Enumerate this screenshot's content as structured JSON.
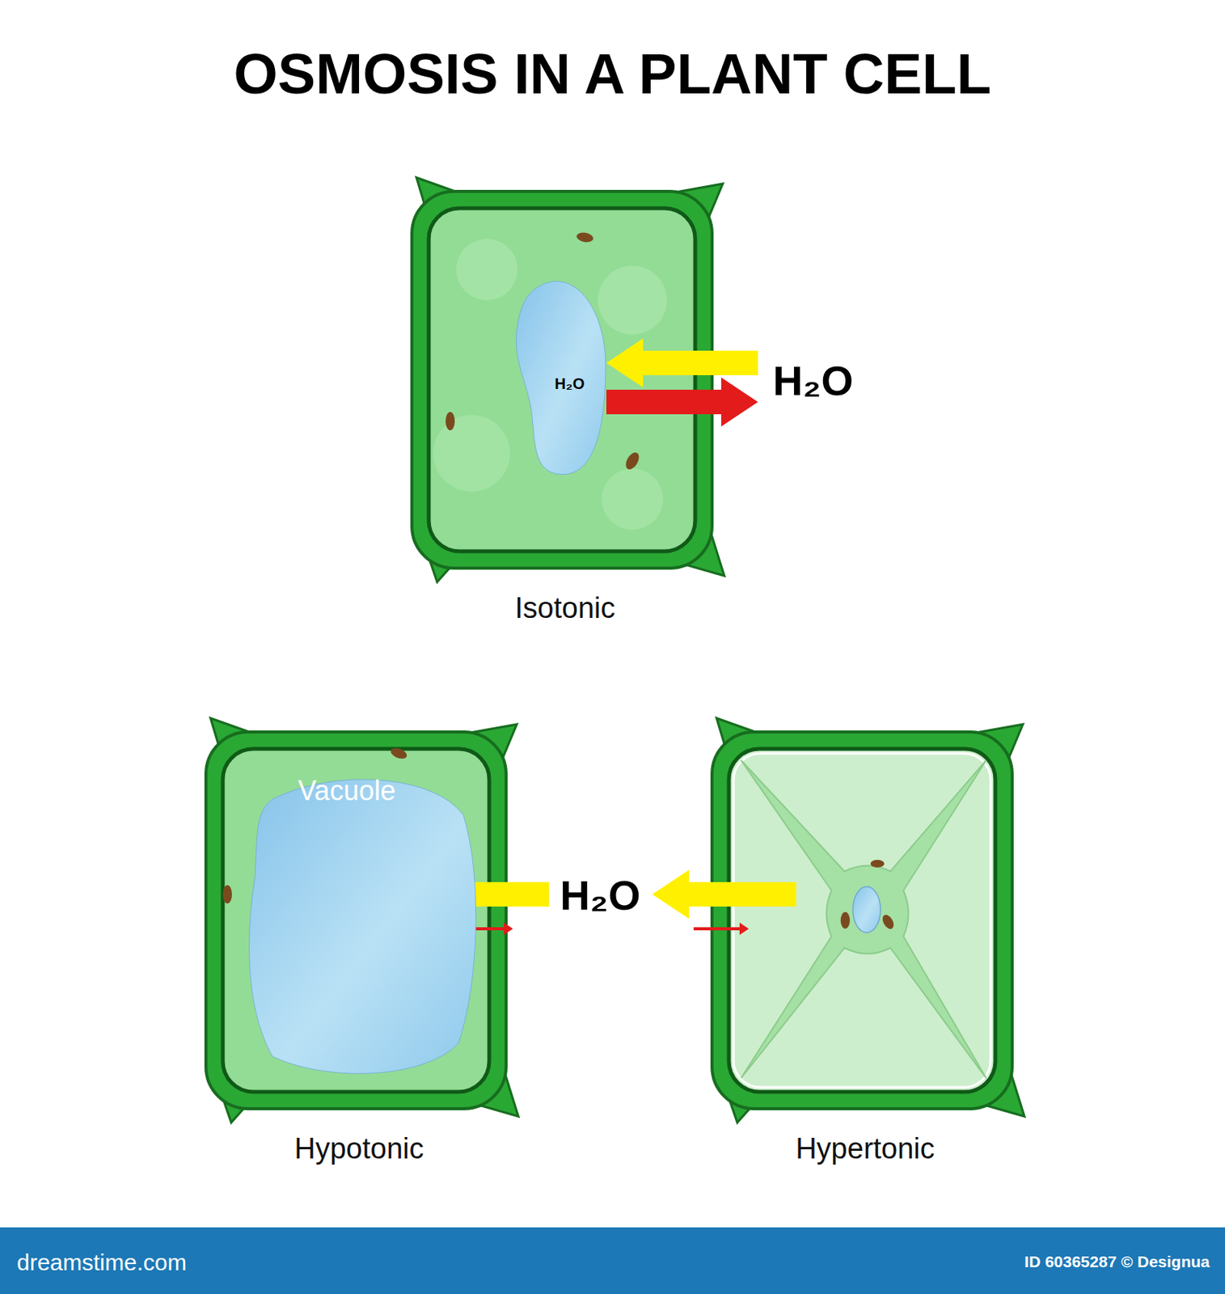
{
  "diagram": {
    "title": "OSMOSIS IN A PLANT CELL",
    "nodes": [
      {
        "text": [
          "Isotonic"
        ]
      },
      {
        "text": [
          "H₂O"
        ],
        "in": 0
      },
      {
        "text": [
          "Hypotonic"
        ]
      },
      {
        "text": [
          "Vacuole"
        ],
        "in": 2
      },
      {
        "text": [
          "Hypertonic"
        ]
      }
    ],
    "labels": [
      "H₂O",
      "H₂O",
      "dreamstime.com",
      "ID 60365287 © Designua"
    ]
  }
}
